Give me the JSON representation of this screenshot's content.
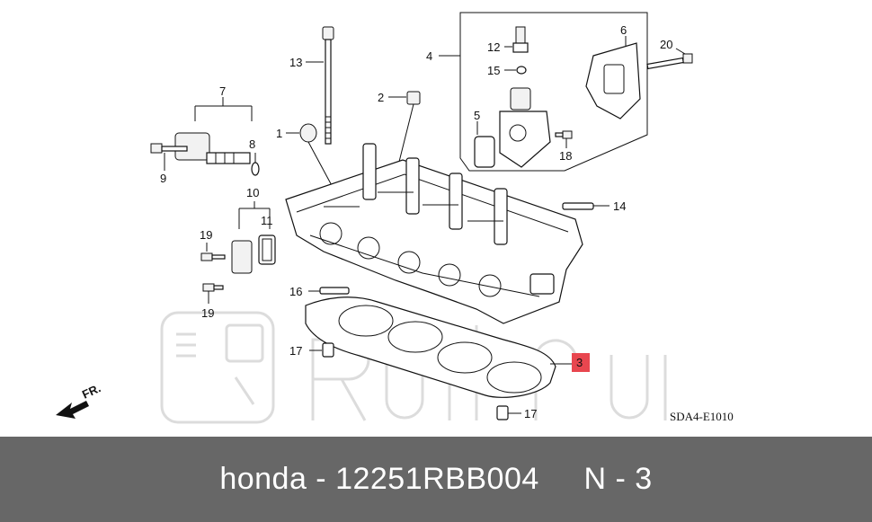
{
  "diagram": {
    "code": "SDA4-E1010",
    "direction_label": "FR.",
    "watermark": "Rulli.ru",
    "callouts": {
      "c1": "1",
      "c2": "2",
      "c3": "3",
      "c4": "4",
      "c5": "5",
      "c6": "6",
      "c7": "7",
      "c8": "8",
      "c9": "9",
      "c10": "10",
      "c11": "11",
      "c12": "12",
      "c13": "13",
      "c14": "14",
      "c15": "15",
      "c16": "16",
      "c17a": "17",
      "c17b": "17",
      "c18": "18",
      "c19a": "19",
      "c19b": "19",
      "c20": "20"
    },
    "highlight_color": "#e8464f"
  },
  "footer": {
    "caption": "honda - 12251RBB004     N - 3"
  }
}
